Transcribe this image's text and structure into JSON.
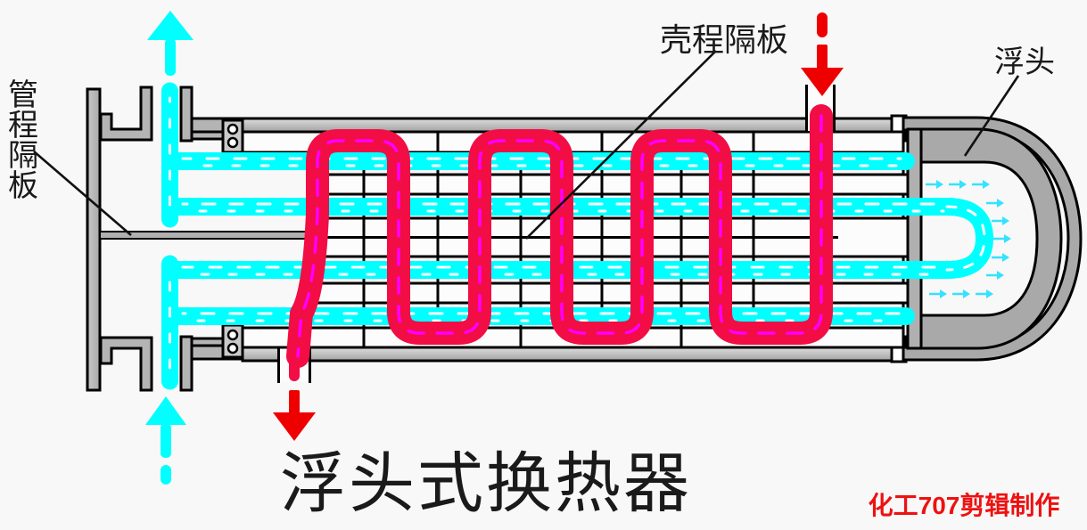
{
  "diagram": {
    "title": "浮头式换热器",
    "watermark": "化工707剪辑制作",
    "labels": {
      "tube_pass_partition": "管程隔板",
      "shell_pass_baffle": "壳程隔板",
      "floating_head": "浮头"
    },
    "colors": {
      "background": "#f8f8f8",
      "tube_side_fluid": "#00ffff",
      "shell_side_fluid": "#f20d44",
      "shell_flow_dash": "#ff00ff",
      "tube_flow_dash": "#ffffff",
      "inlet_outlet_arrow_red": "#ee0000",
      "inlet_outlet_arrow_cyan": "#00ffff",
      "head_space_arrows": "#35e2ff",
      "metal_light": "#c2c2c2",
      "metal_mid": "#b2b2b2",
      "metal_dark": "#a6a6a6",
      "outline": "#000000",
      "watermark_red": "#ee1111",
      "label_text": "#1a1a1a"
    }
  }
}
